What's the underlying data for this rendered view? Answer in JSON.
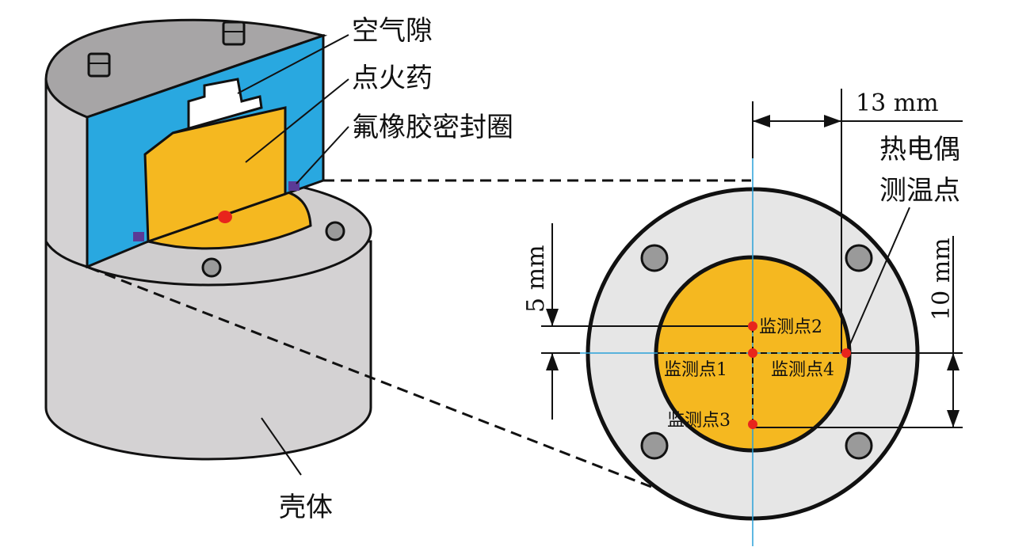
{
  "labels": {
    "air_gap": "空气隙",
    "ignition_powder": "点火药",
    "fluoro_seal": "氟橡胶密封圈",
    "shell": "壳体",
    "thermocouple": [
      "热电偶",
      "测温点"
    ]
  },
  "dimensions": {
    "d13": "13 mm",
    "d5": "5 mm",
    "d10": "10 mm"
  },
  "monitor_points": {
    "p1": "监测点1",
    "p2": "监测点2",
    "p3": "监测点3",
    "p4": "监测点4"
  },
  "colors": {
    "blue_section": "#29a8e0",
    "charge": "#f5b820",
    "body_gray": "#d4d2d3",
    "top_gray": "#a7a5a6",
    "bolt_gray": "#9a9a9a",
    "ring_gray": "#e6e6e6",
    "seal_purple": "#5b3a96",
    "point_red": "#e8241c",
    "axis_blue": "#2aa0d8"
  }
}
